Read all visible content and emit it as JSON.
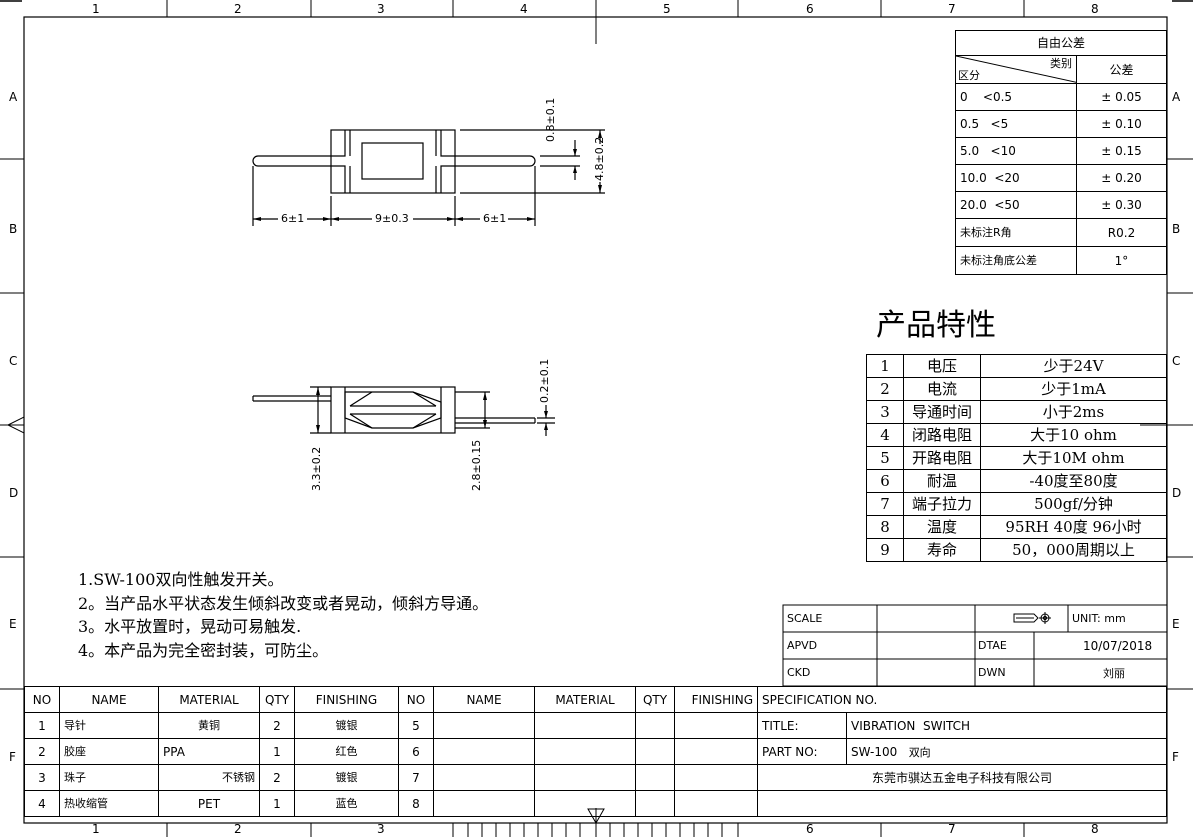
{
  "frame": {
    "col_numbers": [
      "1",
      "2",
      "3",
      "4",
      "5",
      "6",
      "7",
      "8"
    ],
    "row_letters": [
      "A",
      "B",
      "C",
      "D",
      "E",
      "F"
    ]
  },
  "tolerance_table": {
    "title": "自由公差",
    "header_category": "类别",
    "header_division": "区分",
    "header_tolerance": "公差",
    "rows": [
      {
        "range": "0    <0.5",
        "tol": "± 0.05"
      },
      {
        "range": "0.5   <5",
        "tol": "± 0.10"
      },
      {
        "range": "5.0   <10",
        "tol": "± 0.15"
      },
      {
        "range": "10.0  <20",
        "tol": "± 0.20"
      },
      {
        "range": "20.0  <50",
        "tol": "± 0.30"
      },
      {
        "range": "未标注R角",
        "tol": "R0.2"
      },
      {
        "range": "未标注角底公差",
        "tol": "1°"
      }
    ]
  },
  "properties": {
    "heading": "产品特性",
    "rows": [
      {
        "no": "1",
        "name": "电压",
        "value": "少于24V"
      },
      {
        "no": "2",
        "name": "电流",
        "value": "少于1mA"
      },
      {
        "no": "3",
        "name": "导通时间",
        "value": "小于2ms"
      },
      {
        "no": "4",
        "name": "闭路电阻",
        "value": "大于10 ohm"
      },
      {
        "no": "5",
        "name": "开路电阻",
        "value": "大于10M ohm"
      },
      {
        "no": "6",
        "name": "耐温",
        "value": "-40度至80度"
      },
      {
        "no": "7",
        "name": "端子拉力",
        "value": "500gf/分钟"
      },
      {
        "no": "8",
        "name": "温度",
        "value": "95RH 40度 96小时"
      },
      {
        "no": "9",
        "name": "寿命",
        "value": "50，000周期以上"
      }
    ]
  },
  "notes": [
    "1.SW-100双向性触发开关。",
    "2。当产品水平状态发生倾斜改变或者晃动，倾斜方导通。",
    "3。水平放置时，晃动可易触发.",
    "4。本产品为完全密封装，可防尘。"
  ],
  "dimensions": {
    "top_view": {
      "left_pin": "6±1",
      "body": "9±0.3",
      "right_pin": "6±1",
      "slot": "0.8±0.1",
      "height": "4.8±0.2"
    },
    "side_view": {
      "pin": "0.2±0.1",
      "body_height": "3.3±0.2",
      "inner_height": "2.8±0.15"
    }
  },
  "title_block": {
    "scale_label": "SCALE",
    "unit": "UNIT: mm",
    "apvd_label": "APVD",
    "date_label": "DTAE",
    "date_value": "10/07/2018",
    "ckd_label": "CKD",
    "dwn_label": "DWN",
    "dwn_value": "刘丽",
    "spec_label": "SPECIFICATION NO.",
    "title_label": "TITLE:",
    "title_value": "VIBRATION  SWITCH",
    "part_label": "PART NO:",
    "part_value": "SW-100",
    "part_suffix": "双向",
    "company": "东莞市骐达五金电子科技有限公司"
  },
  "bom": {
    "headers": [
      "NO",
      "NAME",
      "MATERIAL",
      "QTY",
      "FINISHING",
      "NO",
      "NAME",
      "MATERIAL",
      "QTY",
      "FINISHING"
    ],
    "rows": [
      {
        "no": "1",
        "name": "导针",
        "material": "黄铜",
        "qty": "2",
        "finishing": "镀银",
        "no2": "5"
      },
      {
        "no": "2",
        "name": "胶座",
        "material": "PPA",
        "qty": "1",
        "finishing": "红色",
        "no2": "6"
      },
      {
        "no": "3",
        "name": "珠子",
        "material": "不锈钢",
        "qty": "2",
        "finishing": "镀银",
        "no2": "7"
      },
      {
        "no": "4",
        "name": "热收缩管",
        "material": "PET",
        "qty": "1",
        "finishing": "蓝色",
        "no2": "8"
      }
    ]
  }
}
